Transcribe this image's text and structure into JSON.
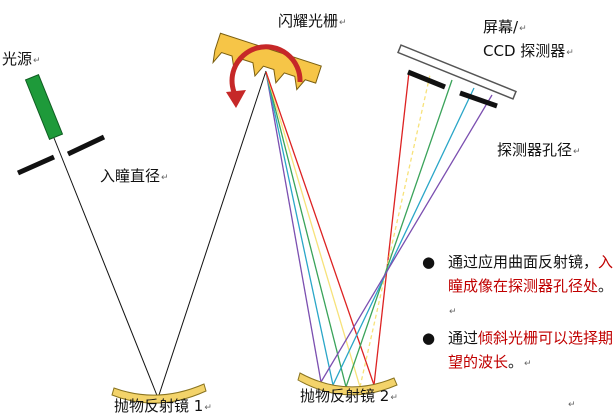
{
  "labels": {
    "light_source": "光源",
    "entrance_pupil": "入瞳直径",
    "grating": "闪耀光栅",
    "screen": "屏幕/",
    "ccd": "CCD 探测器",
    "detector_aperture": "探测器孔径",
    "mirror1": "抛物反射镜 1",
    "mirror2": "抛物反射镜 2",
    "return_mark": "↵"
  },
  "bullets": [
    {
      "dot": "●",
      "lead": "通过应用曲面反射镜，",
      "emph": "入瞳成像在探测器孔径处",
      "tail": "。"
    },
    {
      "dot": "●",
      "lead": "通过",
      "emph": "倾斜光栅可以选择期望的波长",
      "tail": "。"
    }
  ],
  "colors": {
    "source": "#1e9a3a",
    "grating": "#f6c547",
    "mirror": "#f3d36a",
    "rotation_arrow": "#c62828",
    "highlight_text": "#c00000",
    "rays": [
      "#dd2222",
      "#f7e27a",
      "#3aa35a",
      "#2aa6c8",
      "#7b4fb0"
    ]
  }
}
